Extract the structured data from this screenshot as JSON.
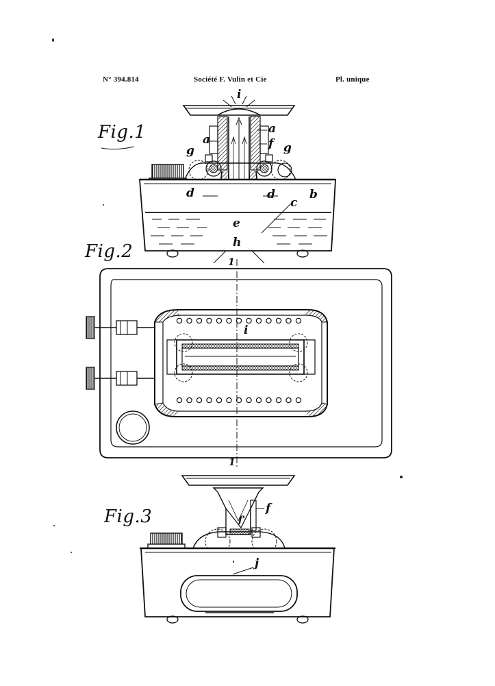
{
  "header": {
    "patent_number": "N° 394.814",
    "assignee": "Société F. Vulin et Cie",
    "plate": "Pl. unique"
  },
  "figures": {
    "fig1": "Fig.1",
    "fig2": "Fig.2",
    "fig3": "Fig.3"
  },
  "labels": {
    "i_top": "i",
    "a_left": "a",
    "a_right": "a",
    "f_fig1": "f",
    "g_left": "g",
    "g_right": "g",
    "d_left": "d",
    "d_right": "d",
    "c": "c",
    "b": "b",
    "e": "e",
    "h": "h",
    "section_top": "1",
    "i_fig2": "i",
    "section_bottom": "1",
    "f_fig3": "f",
    "f_prime": "f'",
    "j": "j"
  }
}
